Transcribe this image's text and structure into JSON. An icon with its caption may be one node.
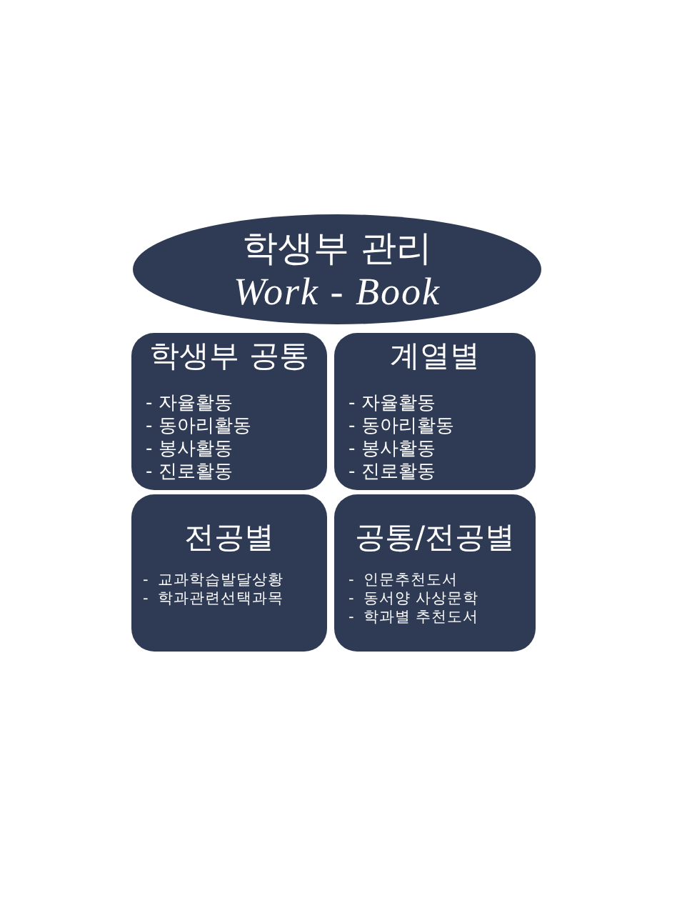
{
  "diagram": {
    "nodes": [
      {
        "text": [
          "학생부 관리",
          "Work - Book"
        ]
      },
      {
        "text": [
          "학생부 공통",
          "- 자율활동",
          "- 동아리활동",
          "- 봉사활동",
          "- 진로활동"
        ]
      },
      {
        "text": [
          "계열별",
          "- 자율활동",
          "- 동아리활동",
          "- 봉사활동",
          "- 진로활동"
        ]
      },
      {
        "text": [
          "전공별",
          "-  교과학습발달상황",
          "-  학과관련선택과목"
        ]
      },
      {
        "text": [
          "공통/전공별",
          "-  인문추천도서",
          "-  동서양 사상문학",
          "-  학과별 추천도서"
        ]
      }
    ]
  }
}
